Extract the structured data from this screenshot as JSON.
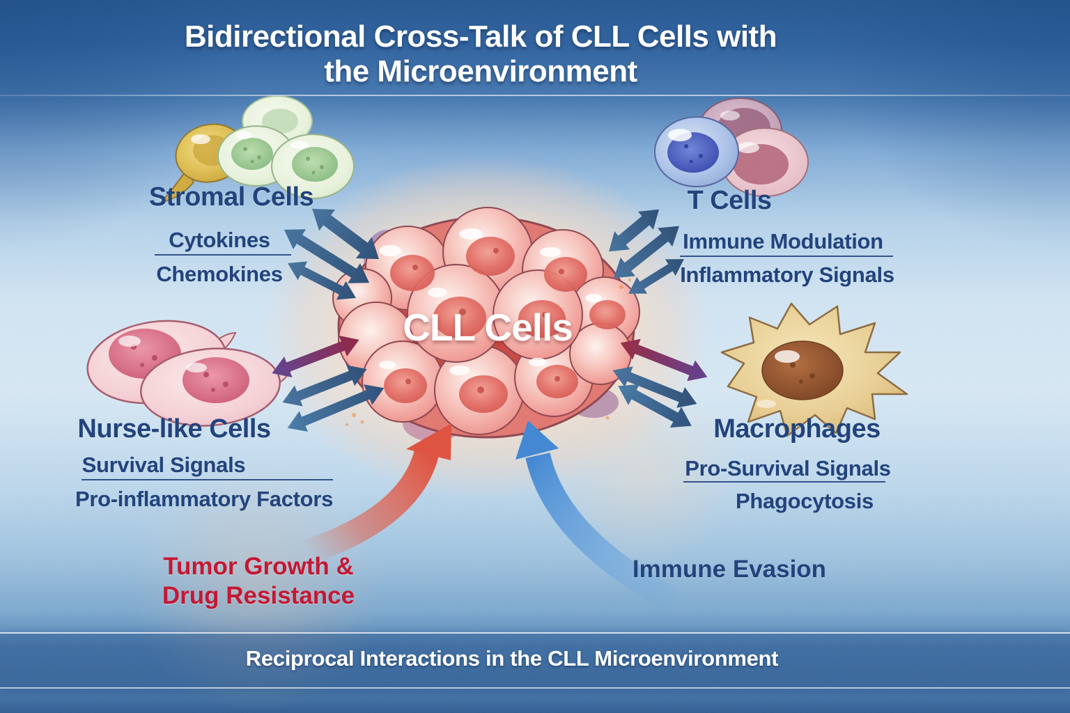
{
  "title": {
    "line1": "Bidirectional Cross-Talk of CLL Cells with",
    "line2": "the Microenvironment"
  },
  "center": {
    "label": "CLL Cells"
  },
  "groups": {
    "stromal": {
      "name": "Stromal Cells",
      "signals": [
        "Cytokines",
        "Chemokines"
      ]
    },
    "tcells": {
      "name": "T Cells",
      "signals": [
        "Immune Modulation",
        "Inflammatory Signals"
      ]
    },
    "nurse": {
      "name": "Nurse-like Cells",
      "signals": [
        "Survival Signals",
        "Pro-inflammatory Factors"
      ]
    },
    "macrophages": {
      "name": "Macrophages",
      "signals": [
        "Pro-Survival Signals",
        "Phagocytosis"
      ]
    }
  },
  "outcomes": {
    "tumor_growth": {
      "line1": "Tumor Growth &",
      "line2": "Drug Resistance",
      "color": "#c2112e"
    },
    "immune_evasion": {
      "label": "Immune Evasion",
      "color": "#1c3e78"
    }
  },
  "caption": {
    "text": "Reciprocal Interactions in the CLL Microenvironment"
  },
  "colors": {
    "background_blue": "#2c5f9c",
    "label_navy": "#1c3e78",
    "title_white": "#ffffff",
    "arrow_steel": "#30567e",
    "arrow_purple_maroon": [
      "#5d4190",
      "#8f2243"
    ],
    "arrow_crimson_purple": [
      "#97283f",
      "#5d3c8f"
    ],
    "arrow_teal_navy": [
      "#4579a5",
      "#2b4d78"
    ],
    "tumor_arrow_red": "#df5340",
    "immune_arrow_blue": "#4f94da",
    "cll_cell_pink": "#f2a09c",
    "stromal_green": "#94c48c",
    "stromal_yellow": "#d9b53f",
    "tcell_blue": "#3f55bd",
    "nurse_pink": "#d76e86",
    "macrophage_tan": "#e0c186"
  }
}
